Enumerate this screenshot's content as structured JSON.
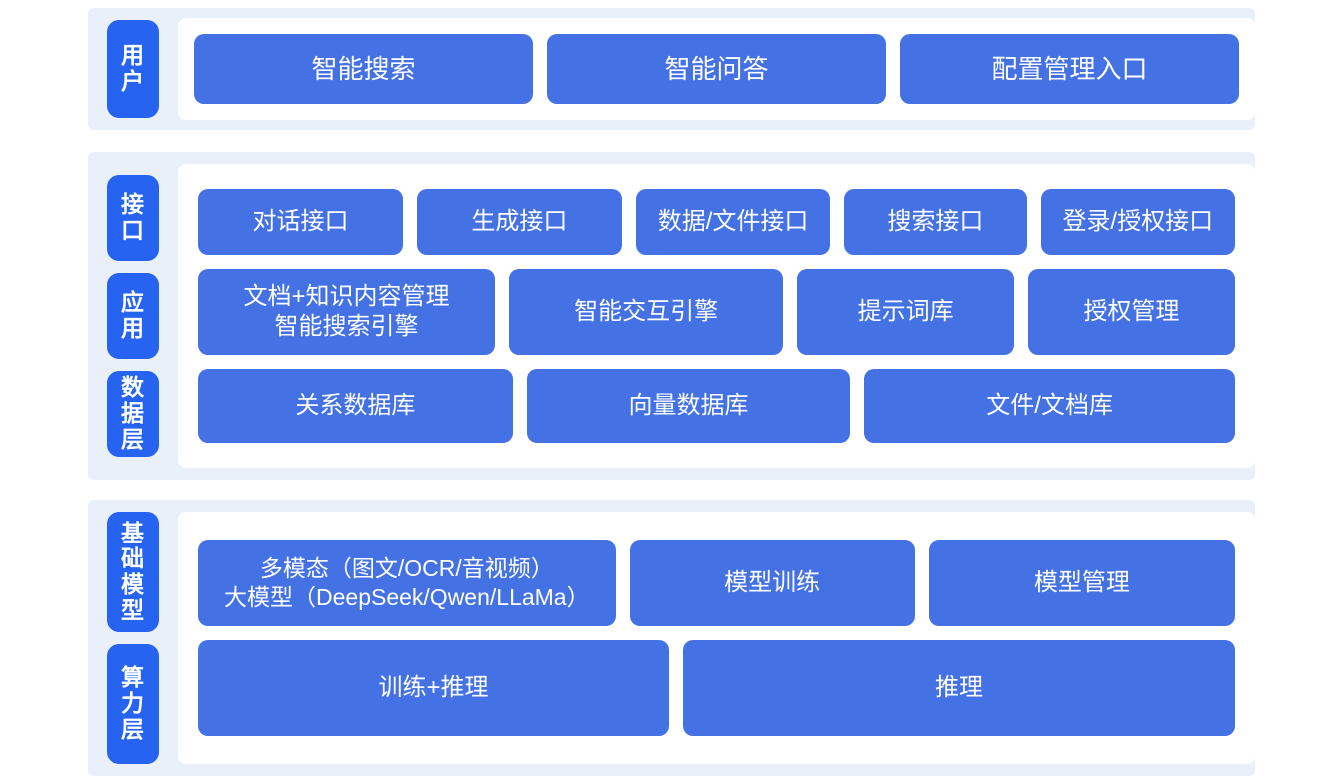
{
  "colors": {
    "page_background": "#ffffff",
    "group_background": "#EAF0FA",
    "panel_background": "#ffffff",
    "tab_blue": "#2563F0",
    "box_blue": "#4472E4",
    "text_on_blue": "#ffffff"
  },
  "groups": [
    {
      "id": "user",
      "tabs": [
        {
          "label": "用户"
        }
      ],
      "rows": [
        {
          "id": "user-entries",
          "boxes": [
            {
              "label": "智能搜索",
              "flex": 1
            },
            {
              "label": "智能问答",
              "flex": 1
            },
            {
              "label": "配置管理入口",
              "flex": 1
            }
          ]
        }
      ]
    },
    {
      "id": "mid",
      "tabs": [
        {
          "label": "接口"
        },
        {
          "label": "应用"
        },
        {
          "label": "数据层"
        }
      ],
      "rows": [
        {
          "id": "interface",
          "boxes": [
            {
              "label": "对话接口",
              "flex": 1.06
            },
            {
              "label": "生成接口",
              "flex": 1.06
            },
            {
              "label": "数据/文件接口",
              "flex": 1.0
            },
            {
              "label": "搜索接口",
              "flex": 0.93
            },
            {
              "label": "登录/授权接口",
              "flex": 1.0
            }
          ]
        },
        {
          "id": "application",
          "boxes": [
            {
              "label": "文档+知识内容管理\n智能搜索引擎",
              "flex": 1.48
            },
            {
              "label": "智能交互引擎",
              "flex": 1.36
            },
            {
              "label": "提示词库",
              "flex": 1.05
            },
            {
              "label": "授权管理",
              "flex": 1.0
            }
          ]
        },
        {
          "id": "data",
          "boxes": [
            {
              "label": "关系数据库",
              "flex": 1.0
            },
            {
              "label": "向量数据库",
              "flex": 1.03
            },
            {
              "label": "文件/文档库",
              "flex": 1.19
            }
          ]
        }
      ]
    },
    {
      "id": "base",
      "tabs": [
        {
          "label": "基础模型"
        },
        {
          "label": "算力层"
        }
      ],
      "rows": [
        {
          "id": "model",
          "boxes": [
            {
              "label": "多模态（图文/OCR/音视频）\n大模型（DeepSeek/Qwen/LLaMa）",
              "flex": 1.5,
              "small": true
            },
            {
              "label": "模型训练",
              "flex": 1.0
            },
            {
              "label": "模型管理",
              "flex": 1.08
            }
          ]
        },
        {
          "id": "compute",
          "boxes": [
            {
              "label": "训练+推理",
              "flex": 1.0
            },
            {
              "label": "推理",
              "flex": 1.18
            }
          ]
        }
      ]
    }
  ]
}
